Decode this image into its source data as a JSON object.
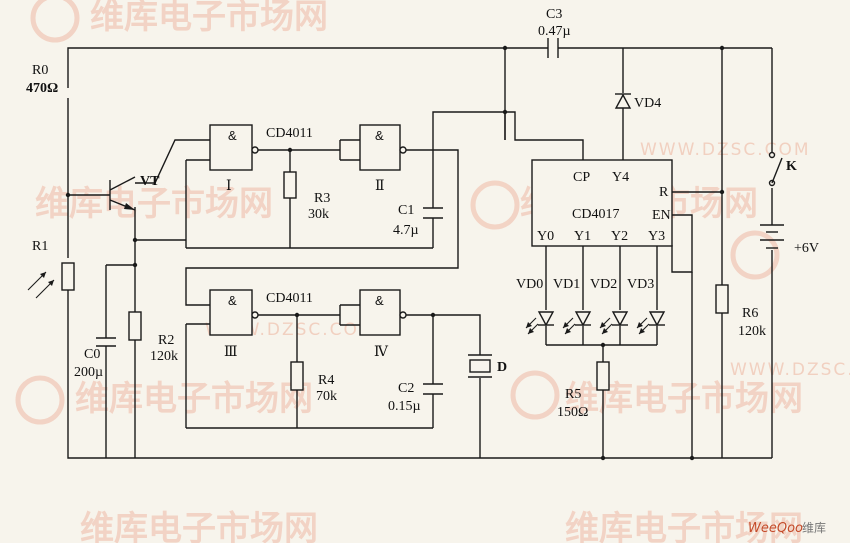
{
  "watermark": {
    "cn_text": "维库电子市场网",
    "url_text": "WWW.DZSC.COM"
  },
  "brand": {
    "name": "WeeQoo",
    "suffix": "维库"
  },
  "labels": {
    "r0_name": "R0",
    "r0_value": "470Ω",
    "r1_name": "R1",
    "c0_name": "C0",
    "c0_value": "200µ",
    "vt_name": "VT",
    "r2_name": "R2",
    "r2_value": "120k",
    "ic1_top": "CD4011",
    "ic1_bottom": "CD4011",
    "gate_symbol": "&",
    "gate1": "Ⅰ",
    "gate2": "Ⅱ",
    "gate3": "Ⅲ",
    "gate4": "Ⅳ",
    "r3_name": "R3",
    "r3_value": "30k",
    "r4_name": "R4",
    "r4_value": "70k",
    "c1_name": "C1",
    "c1_value": "4.7µ",
    "c2_name": "C2",
    "c2_value": "0.15µ",
    "c3_name": "C3",
    "c3_value": "0.47µ",
    "d_name": "D",
    "vd4_name": "VD4",
    "counter_name": "CD4017",
    "pin_cp": "CP",
    "pin_y4": "Y4",
    "pin_r": "R",
    "pin_en": "EN",
    "pin_y0": "Y0",
    "pin_y1": "Y1",
    "pin_y2": "Y2",
    "pin_y3": "Y3",
    "vd0": "VD0",
    "vd1": "VD1",
    "vd2": "VD2",
    "vd3": "VD3",
    "r5_name": "R5",
    "r5_value": "150Ω",
    "r6_name": "R6",
    "r6_value": "120k",
    "switch_name": "K",
    "supply": "+6V"
  }
}
